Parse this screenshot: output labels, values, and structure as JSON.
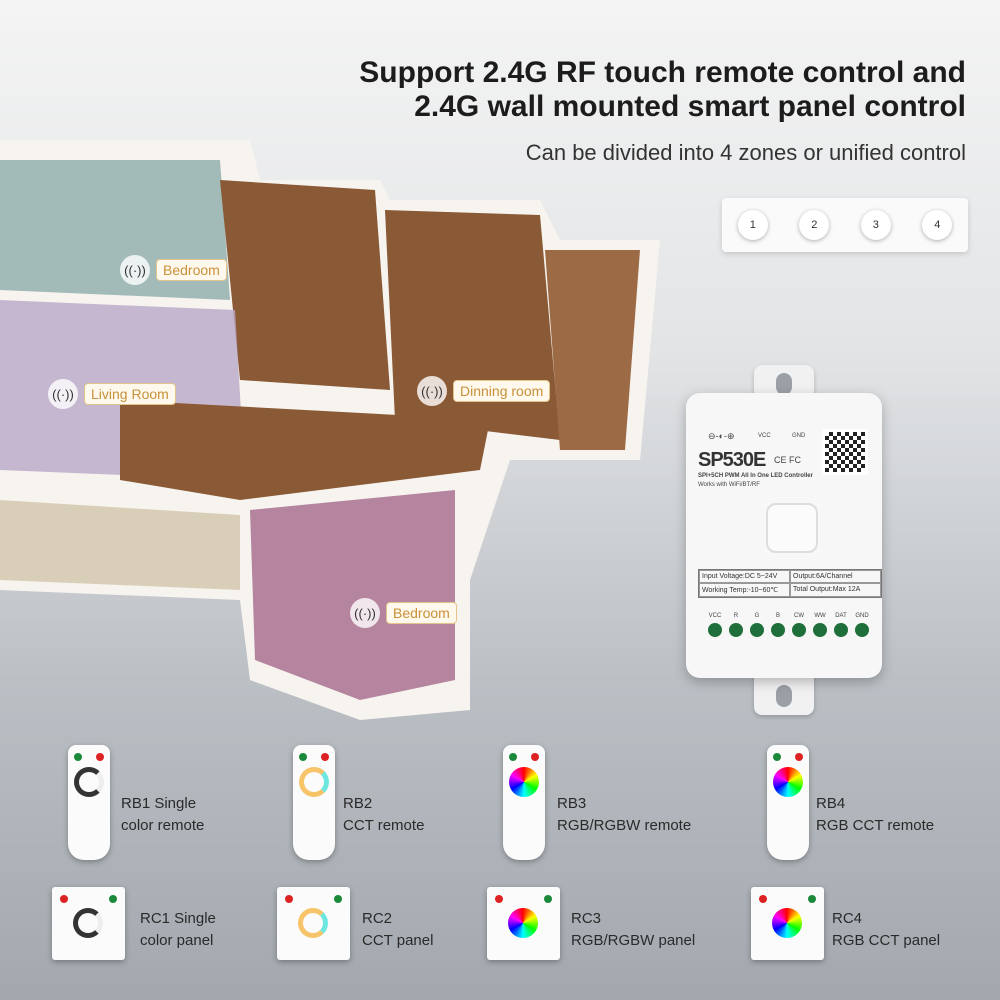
{
  "header": {
    "title_line1": "Support 2.4G RF touch remote control and",
    "title_line2": "2.4G wall mounted smart panel control",
    "subtitle": "Can be divided into 4 zones or unified control"
  },
  "zones": [
    "1",
    "2",
    "3",
    "4"
  ],
  "rooms": [
    {
      "label": "Bedroom"
    },
    {
      "label": "Living Room"
    },
    {
      "label": "Dinning room"
    },
    {
      "label": "Bedroom"
    }
  ],
  "controller": {
    "model": "SP530E",
    "marks": "CE FC",
    "desc": "SPI+5CH PWM All In One LED Controller",
    "works": "Works with WiFi/BT/RF",
    "vcc": "VCC",
    "gnd": "GND",
    "specs": [
      "Input Voltage:DC 5~24V",
      "Output:6A/Channel",
      "Working Temp:-10~60℃",
      "Total Output:Max 12A"
    ],
    "terminals": [
      "VCC",
      "R",
      "G",
      "B",
      "CW",
      "WW",
      "DAT",
      "GND"
    ]
  },
  "remotes": [
    {
      "l1": "RB1 Single",
      "l2": "color remote"
    },
    {
      "l1": "RB2",
      "l2": "CCT remote"
    },
    {
      "l1": "RB3",
      "l2": "RGB/RGBW remote"
    },
    {
      "l1": "RB4",
      "l2": "RGB CCT remote"
    }
  ],
  "panels": [
    {
      "l1": "RC1 Single",
      "l2": "color panel"
    },
    {
      "l1": "RC2",
      "l2": "CCT panel"
    },
    {
      "l1": "RC3",
      "l2": "RGB/RGBW panel"
    },
    {
      "l1": "RC4",
      "l2": "RGB CCT panel"
    }
  ],
  "colors": {
    "floor": "#8a5a37",
    "wall": "#fafafa",
    "terminal": "#1f6f3a"
  }
}
